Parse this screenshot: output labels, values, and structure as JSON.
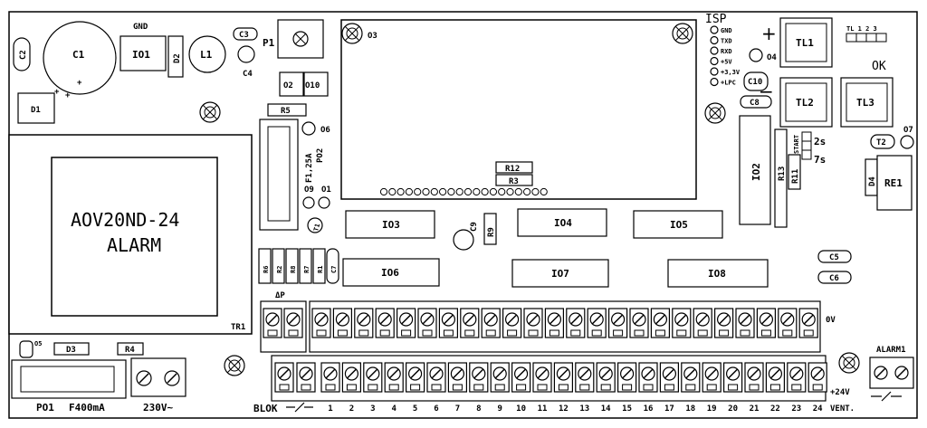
{
  "board": {
    "components": {
      "C1": "C1",
      "C2": "C2",
      "GND": "GND",
      "IO1": "IO1",
      "D2": "D2",
      "L1": "L1",
      "C3": "C3",
      "C4": "C4",
      "P1": "P1",
      "O3": "O3",
      "O2": "O2",
      "O10": "O10",
      "D1": "D1",
      "R5": "R5",
      "O6": "O6",
      "F1": "F1,25A",
      "PO2": "PO2",
      "O9": "O9",
      "O1": "O1",
      "T1": "T1",
      "R12": "R12",
      "R3": "R3",
      "IO3": "IO3",
      "IO4": "IO4",
      "IO5": "IO5",
      "IO6": "IO6",
      "IO7": "IO7",
      "IO8": "IO8",
      "C9": "C9",
      "R9": "R9",
      "R6": "R6",
      "R2": "R2",
      "R8": "R8",
      "R7": "R7",
      "R1": "R1",
      "C7": "C7",
      "ISP": "ISP",
      "C10": "C10",
      "O4": "O4",
      "C8": "C8",
      "TL1": "TL1",
      "TL2": "TL2",
      "TL3": "TL3",
      "OK": "OK",
      "O7": "O7",
      "T2": "T2",
      "IO2": "IO2",
      "R13": "R13",
      "R11": "R11",
      "START": "START",
      "2s": "2s",
      "7s": "7s",
      "D4": "D4",
      "RE1": "RE1",
      "C5": "C5",
      "C6": "C6",
      "TR1": "TR1",
      "TL_header": "TL 1 2 3",
      "O5": "O5",
      "D3": "D3",
      "R4": "R4",
      "PO1": "PO1",
      "fuse_rating": "F400mA",
      "mains": "230V~",
      "dP": "ΔP",
      "ov": "0V",
      "plus24v": "+24V",
      "vent": "VENT.",
      "alarm1": "ALARM1",
      "blok": "BLOK",
      "plus": "+",
      "minus": "−"
    },
    "isp_pins": [
      "GND",
      "TXD",
      "RXD",
      "+5V",
      "+3,3V",
      "+LPC"
    ],
    "transformer": {
      "line1": "AOV20ND-24",
      "line2": "ALARM"
    },
    "terminal_numbers": [
      "1",
      "2",
      "3",
      "4",
      "5",
      "6",
      "7",
      "8",
      "9",
      "10",
      "11",
      "12",
      "13",
      "14",
      "15",
      "16",
      "17",
      "18",
      "19",
      "20",
      "21",
      "22",
      "23",
      "24"
    ]
  }
}
